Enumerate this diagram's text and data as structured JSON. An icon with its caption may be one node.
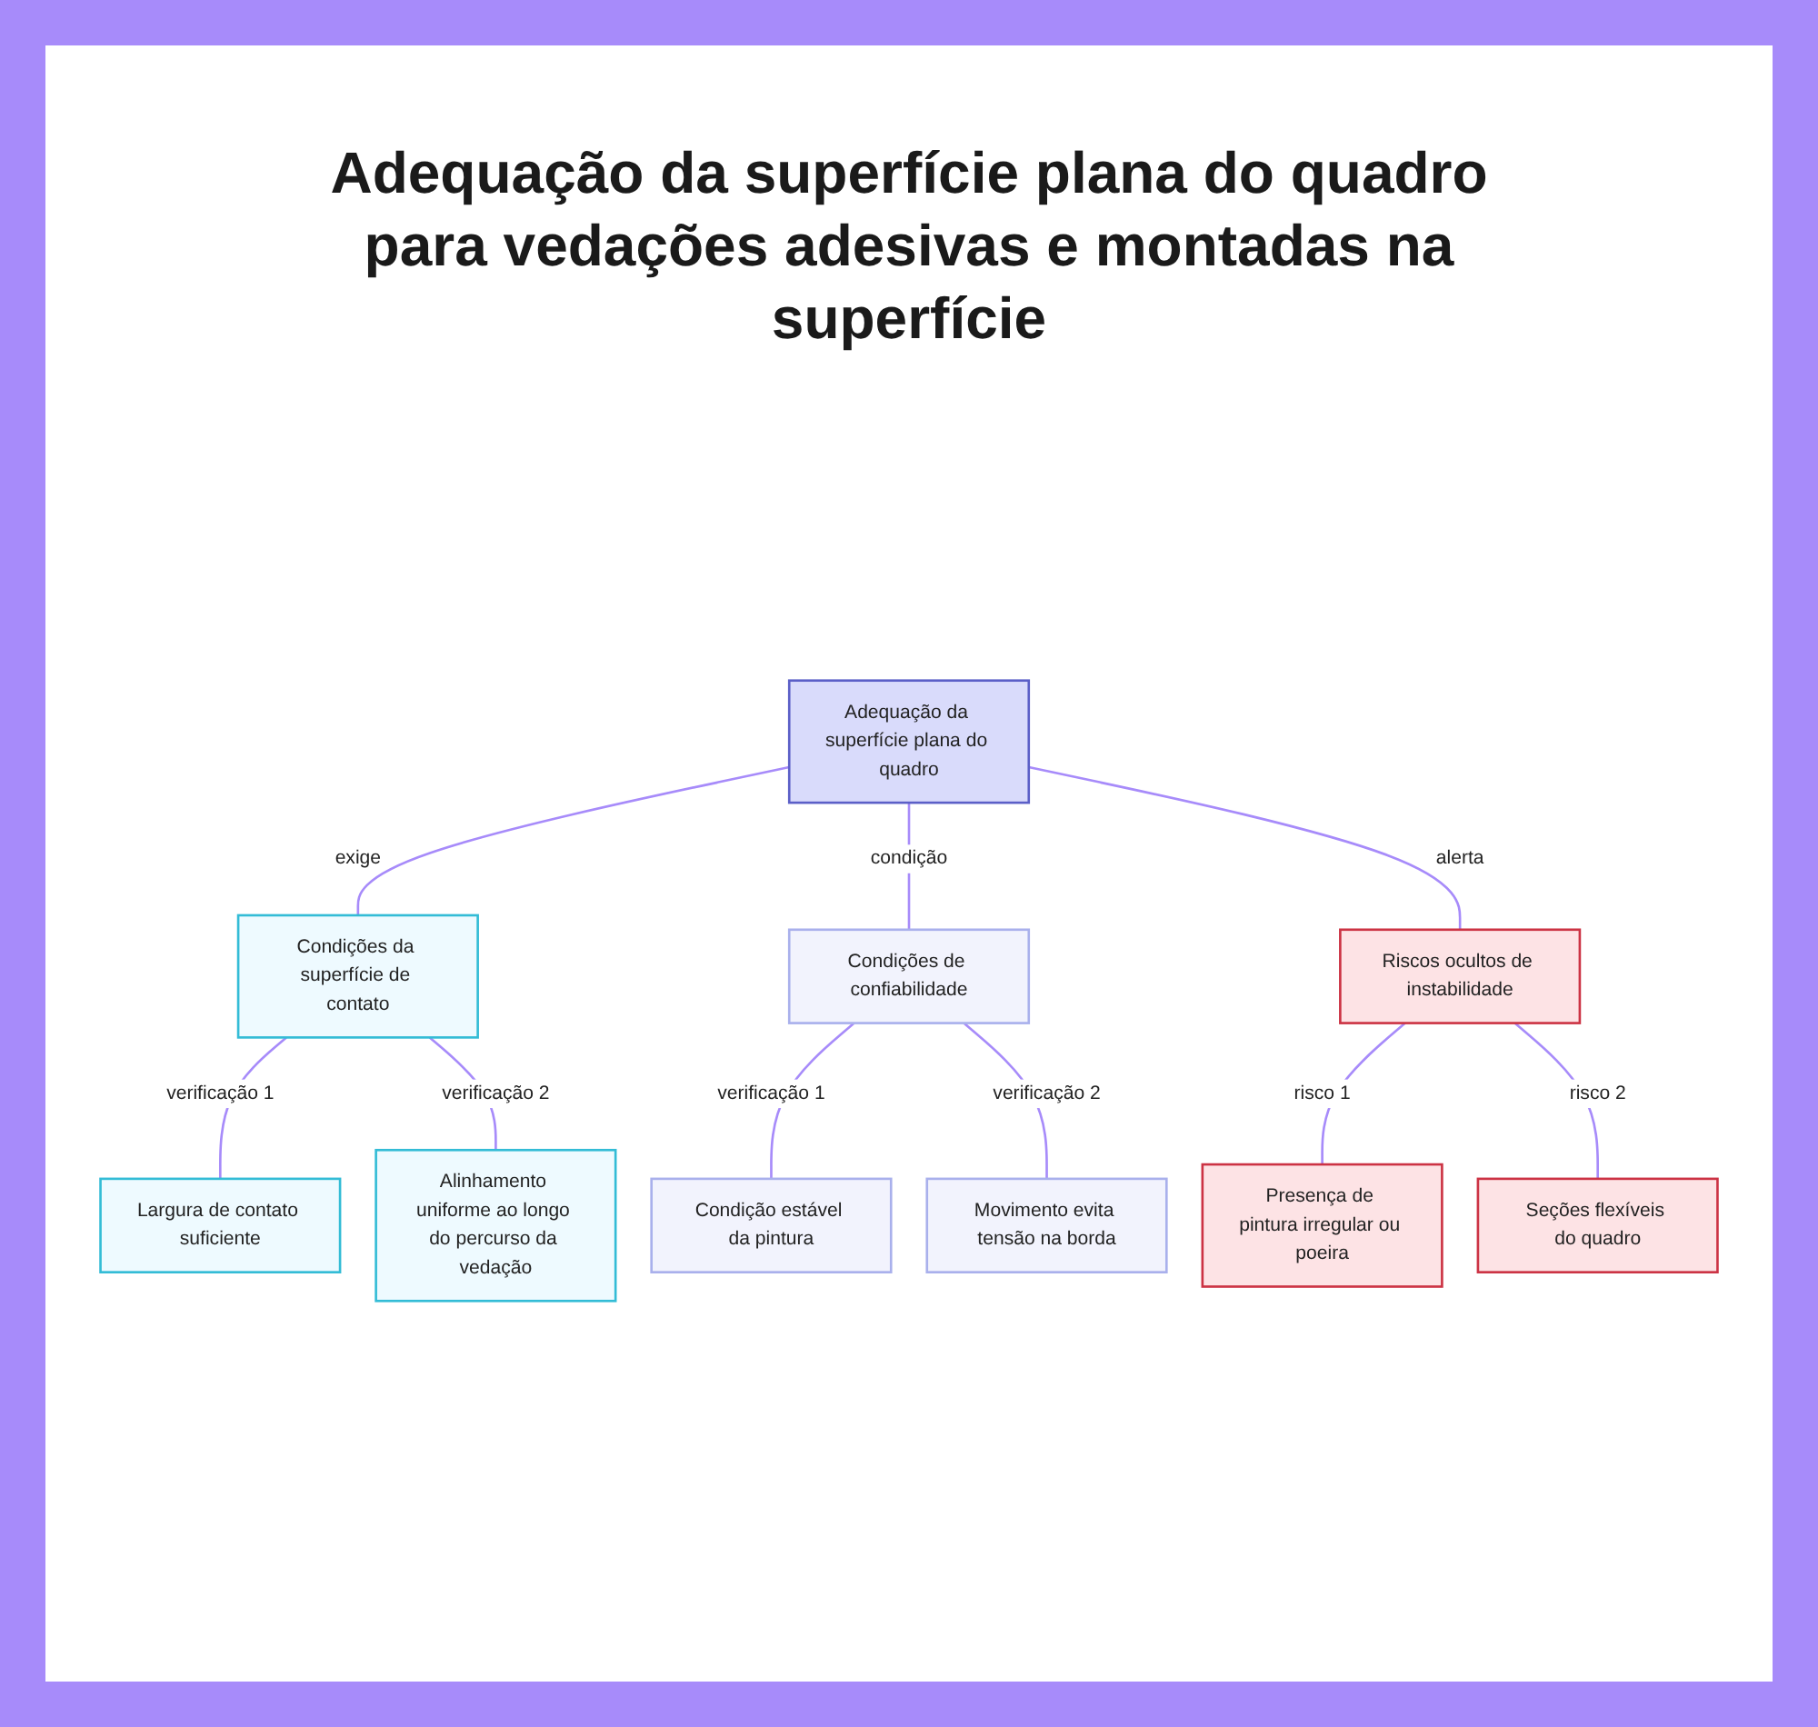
{
  "diagram": {
    "title": "Adequação da superfície plana do quadro para vedações adesivas e montadas na superfície",
    "nodes": [
      {
        "text": [
          "Adequação da superfície plana do quadro"
        ]
      },
      {
        "text": [
          "Condições da superfície de contato"
        ]
      },
      {
        "text": [
          "Condições de confiabilidade"
        ]
      },
      {
        "text": [
          "Riscos ocultos de instabilidade"
        ]
      },
      {
        "text": [
          "Largura de contato suficiente"
        ]
      },
      {
        "text": [
          "Alinhamento uniforme ao longo do percurso da vedação"
        ]
      },
      {
        "text": [
          "Condição estável da pintura"
        ]
      },
      {
        "text": [
          "Movimento evita tensão na borda"
        ]
      },
      {
        "text": [
          "Presença de pintura irregular ou poeira"
        ]
      },
      {
        "text": [
          "Seções flexíveis do quadro"
        ]
      }
    ],
    "edges": [
      {
        "from": 0,
        "to": 1,
        "arrow": "none",
        "label": "exige"
      },
      {
        "from": 0,
        "to": 2,
        "arrow": "none",
        "label": "condição"
      },
      {
        "from": 0,
        "to": 3,
        "arrow": "none",
        "label": "alerta"
      },
      {
        "from": 1,
        "to": 4,
        "arrow": "none",
        "label": "verificação 1"
      },
      {
        "from": 1,
        "to": 5,
        "arrow": "none",
        "label": "verificação 2"
      },
      {
        "from": 2,
        "to": 6,
        "arrow": "none",
        "label": "verificação 1"
      },
      {
        "from": 2,
        "to": 7,
        "arrow": "none",
        "label": "verificação 2"
      },
      {
        "from": 3,
        "to": 8,
        "arrow": "none",
        "label": "risco 1"
      },
      {
        "from": 3,
        "to": 9,
        "arrow": "none",
        "label": "risco 2"
      }
    ]
  }
}
